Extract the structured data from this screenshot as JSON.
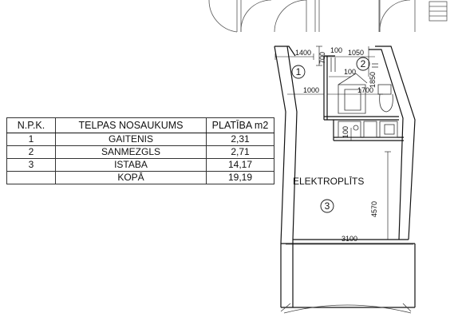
{
  "table": {
    "headers": [
      "N.P.K.",
      "TELPAS NOSAUKUMS",
      "PLATĪBA m2"
    ],
    "rows": [
      {
        "num": "1",
        "name": "GAITENIS",
        "area": "2,31"
      },
      {
        "num": "2",
        "name": "SANMEZGLS",
        "area": "2,71"
      },
      {
        "num": "3",
        "name": "ISTABA",
        "area": "14,17"
      },
      {
        "num": "",
        "name": "KOPĀ",
        "area": "19,19"
      }
    ]
  },
  "plan": {
    "rooms": [
      {
        "label": "1"
      },
      {
        "label": "2"
      },
      {
        "label": "3"
      }
    ],
    "dimensions": [
      "1400",
      "700",
      "100",
      "1050",
      "100",
      "1850",
      "1000",
      "1700",
      "100",
      "4570",
      "3100"
    ],
    "annotation": "ELEKTROPLĪTS"
  },
  "colors": {
    "line": "#111111",
    "background": "#ffffff"
  }
}
